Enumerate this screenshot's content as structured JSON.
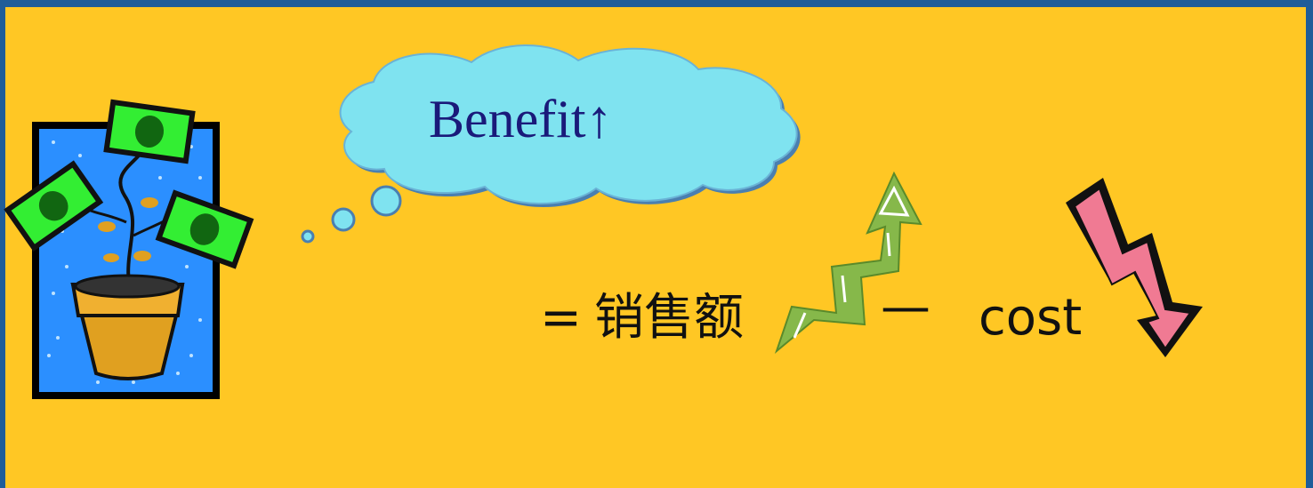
{
  "cloud": {
    "text": "Benefit↑"
  },
  "formula": {
    "equals": "=",
    "revenue": "销售额",
    "minus": "—",
    "cost": "cost"
  },
  "colors": {
    "background": "#ffc724",
    "frame": "#1f5d99",
    "cloud": "#7fe3f0",
    "up_arrow": "#86b84a",
    "down_arrow": "#f07a93"
  },
  "icons": [
    "money-tree-icon",
    "thought-cloud-icon",
    "zigzag-up-arrow-icon",
    "zigzag-down-arrow-icon"
  ]
}
